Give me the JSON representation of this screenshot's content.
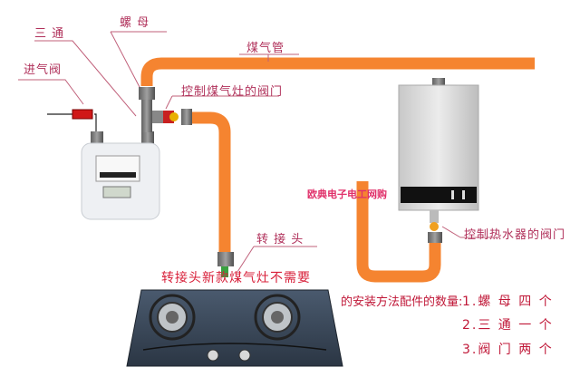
{
  "title": "燃气灶热水器安装示意图",
  "labels": {
    "nut": "螺 母",
    "tee": "三 通",
    "inlet_valve": "进气阀",
    "gas_pipe": "煤气管",
    "stove_valve": "控制煤气灶的阀门",
    "adapter": "转 接 头",
    "adapter_note": "转接头新款煤气灶不需要",
    "heater_valve": "控制热水器的阀门",
    "watermark": "欧典电子电工网购"
  },
  "parts_summary": {
    "heading": "的安装方法配件的数量:",
    "items": [
      "1.螺 母 四 个",
      "2.三 通 一 个",
      "3.阀 门 两 个"
    ]
  },
  "colors": {
    "pipe": "#f5893a",
    "label": "#b0305a",
    "leader_line": "#c0607a",
    "valve_red": "#d01818"
  }
}
